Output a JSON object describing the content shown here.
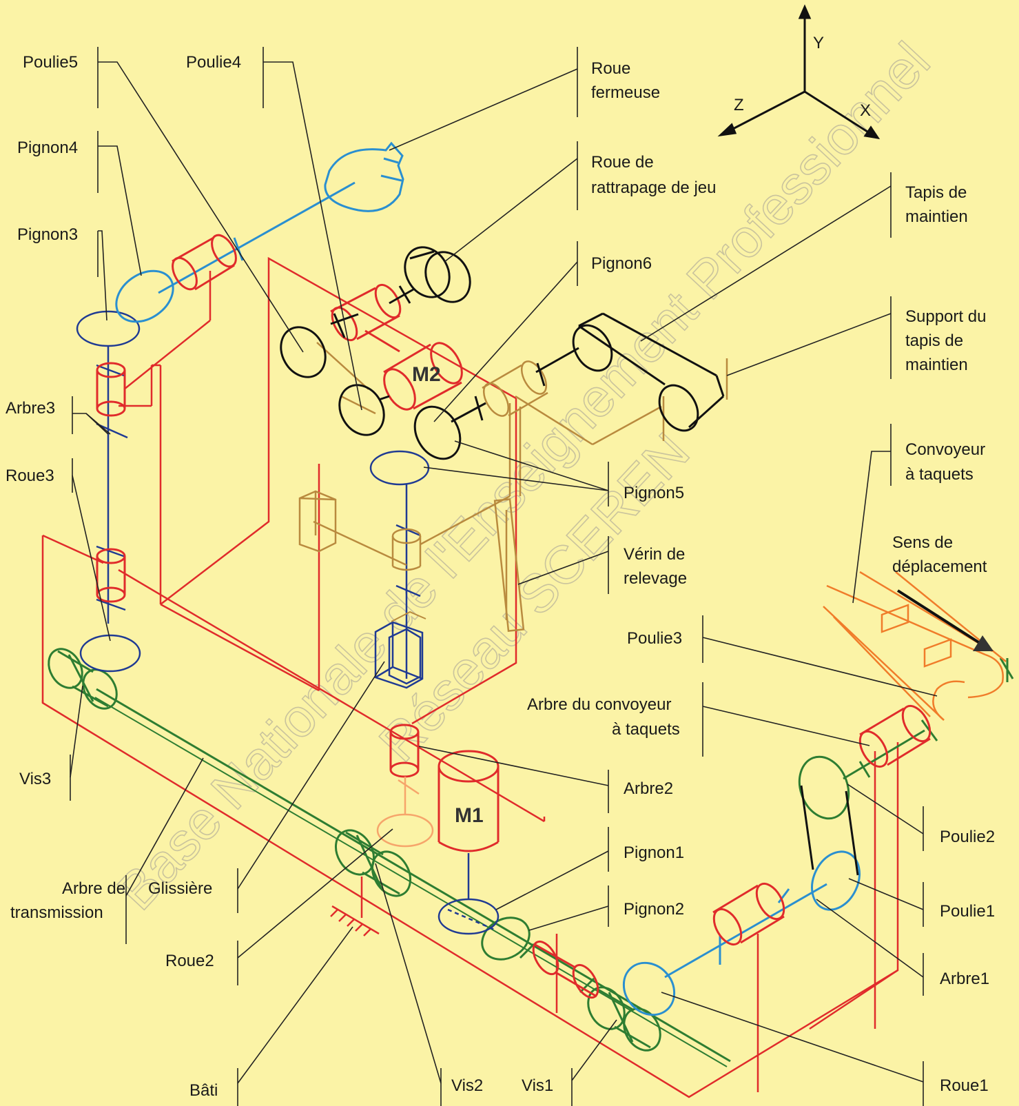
{
  "axes": {
    "y": "Y",
    "z": "Z",
    "x": "X"
  },
  "labels": {
    "poulie5": "Poulie5",
    "poulie4": "Poulie4",
    "roue_fermeuse_1": "Roue",
    "roue_fermeuse_2": "fermeuse",
    "pignon4": "Pignon4",
    "roue_rattrapage_1": "Roue de",
    "roue_rattrapage_2": "rattrapage de jeu",
    "tapis_1": "Tapis de",
    "tapis_2": "maintien",
    "pignon3": "Pignon3",
    "pignon6": "Pignon6",
    "support_1": "Support du",
    "support_2": "tapis de",
    "support_3": "maintien",
    "arbre3": "Arbre3",
    "convoyeur_1": "Convoyeur",
    "convoyeur_2": "à taquets",
    "roue3": "Roue3",
    "pignon5": "Pignon5",
    "verin_1": "Vérin de",
    "verin_2": "relevage",
    "sens_1": "Sens de",
    "sens_2": "déplacement",
    "poulie3": "Poulie3",
    "arbre_conv_1": "Arbre du convoyeur",
    "arbre_conv_2": "à taquets",
    "vis3": "Vis3",
    "arbre2": "Arbre2",
    "poulie2": "Poulie2",
    "pignon1": "Pignon1",
    "arbre_trans_1": "Arbre de",
    "arbre_trans_2": "transmission",
    "glissiere": "Glissière",
    "pignon2": "Pignon2",
    "poulie1": "Poulie1",
    "roue2": "Roue2",
    "arbre1": "Arbre1",
    "bati": "Bâti",
    "vis2": "Vis2",
    "vis1": "Vis1",
    "roue1": "Roue1"
  },
  "motors": {
    "m1": "M1",
    "m2": "M2"
  },
  "watermark": {
    "line1": "Base Nationale de l'Enseignement Professionnel",
    "line2": "Réseau SCEREN"
  },
  "colors": {
    "background": "#fbf3a6",
    "frame": "#e02b2b",
    "transmission": "#2e7d32",
    "blue_dark": "#1f3a93",
    "blue_light": "#2a8fd0",
    "tan": "#b98a3e",
    "orange": "#f07c2a",
    "black": "#111111",
    "leader": "#222222"
  }
}
